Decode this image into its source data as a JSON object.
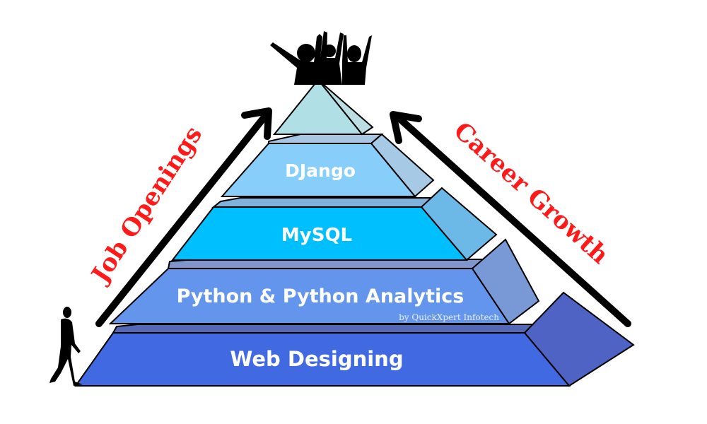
{
  "diagram": {
    "tiers": [
      {
        "label": "Web Designing",
        "front_color": "#4169e1",
        "side_color": "#4e63c3",
        "top_color": "#5568b5"
      },
      {
        "label": "Python & Python Analytics",
        "front_color": "#6495ed",
        "side_color": "#7898d6",
        "top_color": "#7f95cc"
      },
      {
        "label": "MySQL",
        "front_color": "#00bfff",
        "side_color": "#6cb8e6",
        "top_color": "#80b3d9"
      },
      {
        "label": "DJango",
        "front_color": "#87cefa",
        "side_color": "#a6c9e6",
        "top_color": "#a9c7e3"
      },
      {
        "label": "",
        "front_color": "#b0e0e6",
        "side_color": "#bcdde2",
        "top_color": "#bcdde2"
      }
    ],
    "credit": "by QuickXpert Infotech",
    "left_caption": "Job Openings",
    "right_caption": "Career Growth",
    "caption_color": "#ff1a1a",
    "arrow_color": "#000000",
    "icons": {
      "walker": "person-walking-icon",
      "celebrators": "people-celebrating-icon"
    }
  }
}
